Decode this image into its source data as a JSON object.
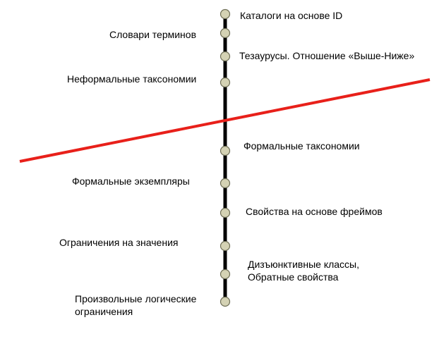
{
  "colors": {
    "axis": "#000000",
    "divider": "#e8201a",
    "node_fill": "#d4d2b4",
    "node_stroke": "#6e6e56"
  },
  "nodes": [
    {
      "label": "Каталоги на основе ID"
    },
    {
      "label": "Словари терминов"
    },
    {
      "label": "Тезаурусы. Отношение «Выше-Ниже»"
    },
    {
      "label": "Неформальные таксономии"
    },
    {
      "label": "Формальные таксономии"
    },
    {
      "label": "Формальные экземпляры"
    },
    {
      "label": "Свойства на основе фреймов"
    },
    {
      "label": "Ограничения на значения"
    },
    {
      "label": "Дизъюнктивные классы,\nОбратные свойства"
    },
    {
      "label": "Произвольные логические\nограничения"
    }
  ]
}
